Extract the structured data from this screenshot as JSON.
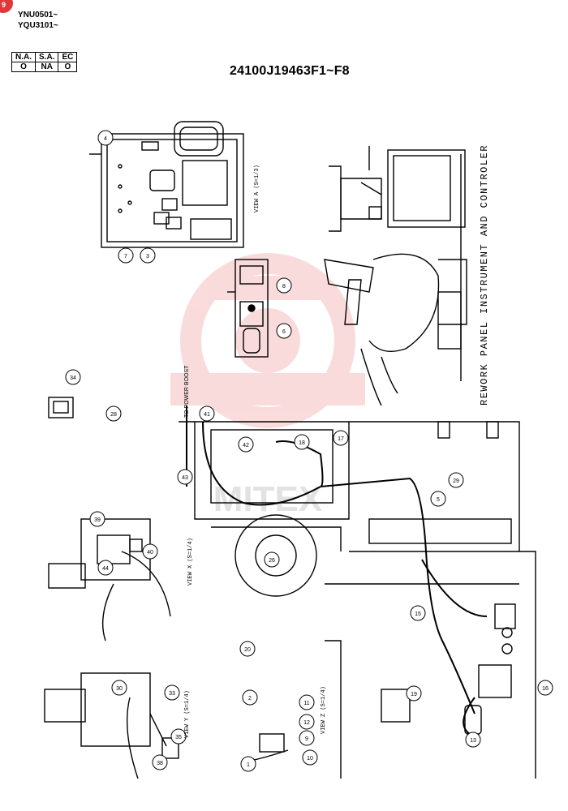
{
  "header": {
    "serial_1": "YNU0501~",
    "serial_2": "YQU3101~",
    "badge": "9"
  },
  "region_table": {
    "headers": [
      "N.A.",
      "S.A.",
      "EC"
    ],
    "values": [
      "O",
      "NA",
      "O"
    ]
  },
  "part_number": "24100J19463F1~F8",
  "diagram": {
    "title": "REWORK PANEL INSTRUMENT AND CONTROLER",
    "power_boost_label": "TO POWER BOOST",
    "view_labels": [
      "VIEW A (S=1/3)",
      "VIEW X (S=1/4)",
      "VIEW Y (S=1/4)",
      "VIEW Z (S=1/4)"
    ],
    "callouts": [
      "4",
      "7",
      "3",
      "8",
      "6",
      "34",
      "28",
      "13",
      "11",
      "12",
      "9",
      "10",
      "15",
      "16",
      "17",
      "18",
      "19",
      "20",
      "26",
      "29",
      "30",
      "33",
      "35",
      "38",
      "39",
      "40",
      "41",
      "42",
      "43",
      "44",
      "1",
      "2",
      "5"
    ],
    "watermark": "MITEX"
  },
  "colors": {
    "ink": "#000000",
    "watermark": "#e63b3b",
    "badge": "#e0383a"
  }
}
